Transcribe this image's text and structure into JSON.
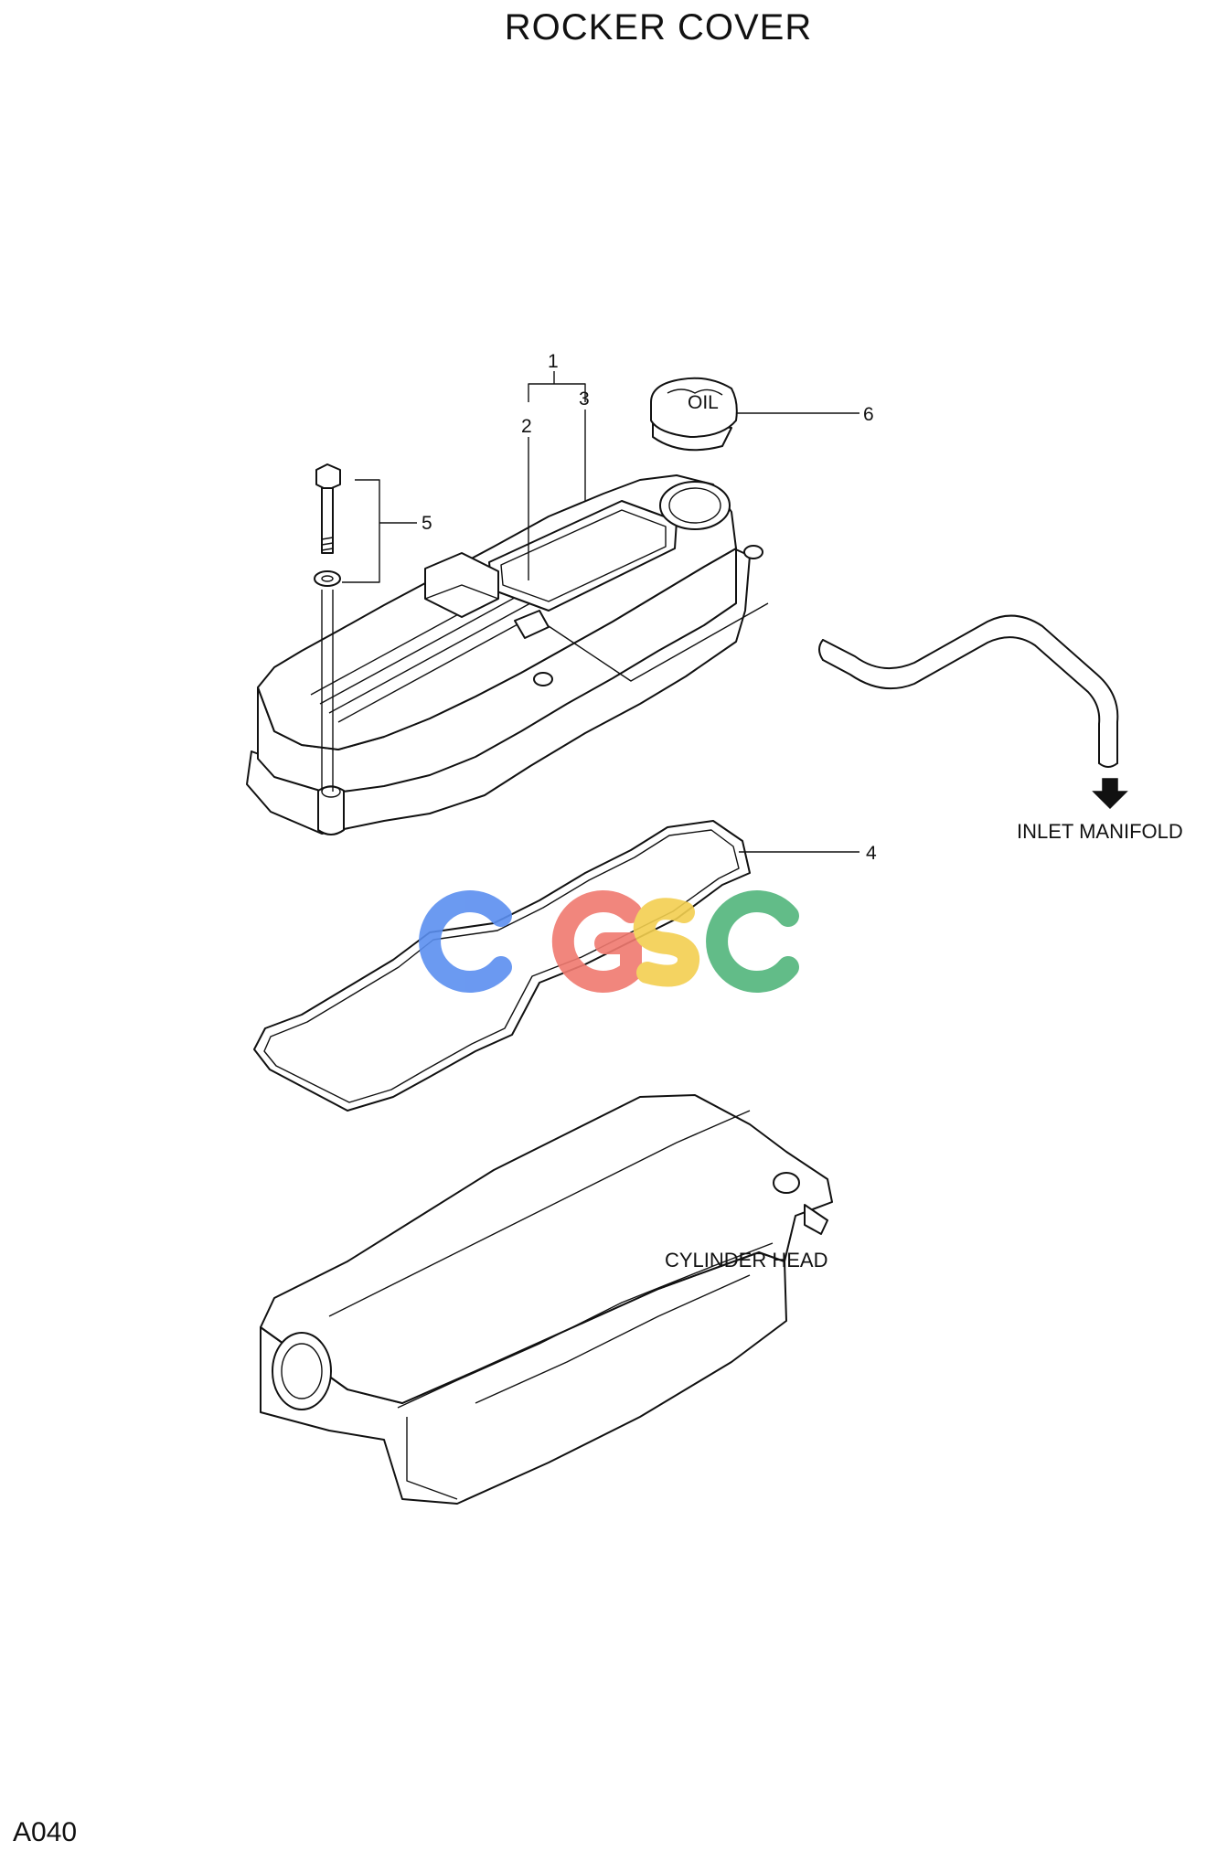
{
  "title": "ROCKER COVER",
  "page_code": "A040",
  "watermark": {
    "text": "CGSC",
    "colors": [
      "#5b8ff0",
      "#f07a70",
      "#f3cf50",
      "#52b57c"
    ]
  },
  "callouts": [
    "1",
    "2",
    "3",
    "4",
    "5",
    "6"
  ],
  "labels": {
    "inlet_manifold": "INLET MANIFOLD",
    "cylinder_head": "CYLINDER HEAD",
    "oil": "OIL"
  },
  "icons": [
    "arrow-down-icon"
  ]
}
